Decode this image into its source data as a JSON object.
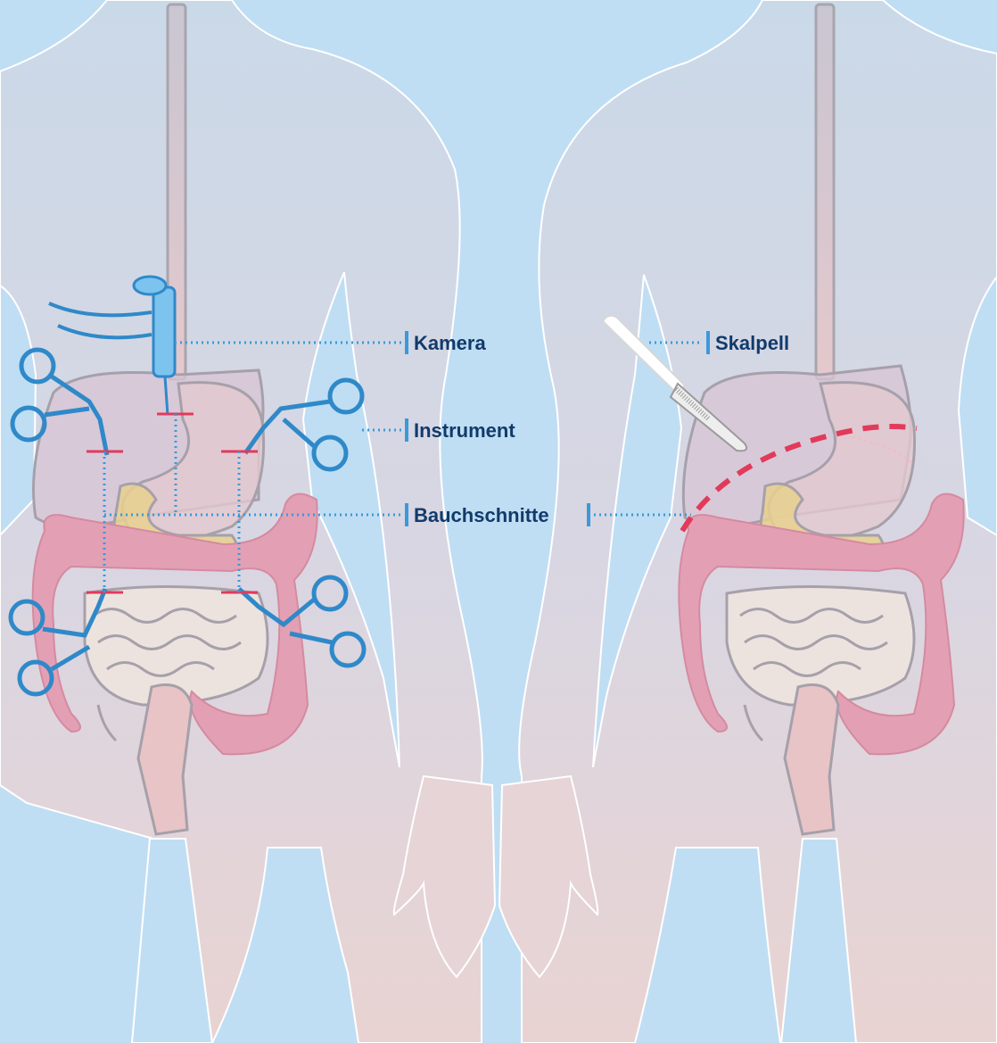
{
  "labels": {
    "kamera": "Kamera",
    "instrument": "Instrument",
    "bauchschnitte": "Bauchschnitte",
    "skalpell": "Skalpell"
  },
  "colors": {
    "background": "#bfdef3",
    "body_top": "#cfdbe8",
    "body_bottom": "#e8d3d2",
    "leader_line": "#3a9ad9",
    "label_text": "#123a6b",
    "incision": "#e23a5b",
    "instrument": "#7cc3ee",
    "colon": "#e3a0b4",
    "small_intestine": "#ebe0dc",
    "stomach": "#ddc1cf",
    "duodenum": "#e7d08e"
  }
}
